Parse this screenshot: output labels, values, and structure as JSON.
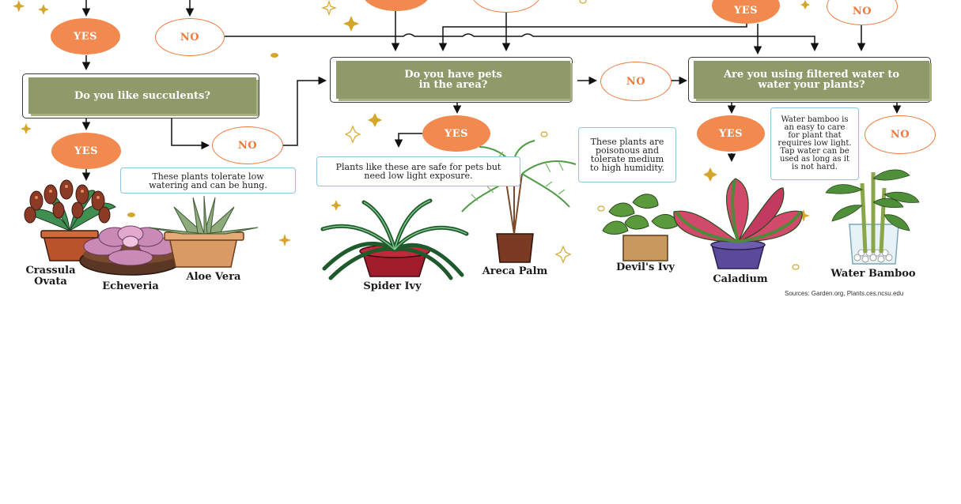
{
  "questions": {
    "succulents": "Do you like succulents?",
    "pets": "Do you have pets in the area?",
    "filtered_water": "Are you using filtered water to water your plants?"
  },
  "answers": {
    "yes": "YES",
    "no": "NO"
  },
  "notes": {
    "hanging": "These plants tolerate low watering and can be hung.",
    "pets_safe": "Plants like these are safe for pets but need low light exposure.",
    "poisonous": "These plants are poisonous and tolerate medium to high humidity.",
    "water_bamboo": "Water bamboo is an easy to care for plant that requires low light. Tap water can be used as long as it is not hard."
  },
  "plants": {
    "crassula": "Crassula Ovata",
    "echeveria": "Echeveria",
    "aloe": "Aloe Vera",
    "spider_ivy": "Spider Ivy",
    "areca_palm": "Areca Palm",
    "devils_ivy": "Devil's Ivy",
    "caladium": "Caladium",
    "water_bamboo": "Water Bamboo"
  },
  "sources": "Sources: Garden.org, Plants.ces.ncsu.edu",
  "colors": {
    "question_fill": "#8f9a6b",
    "yes_fill": "#f2894f",
    "no_stroke": "#ef7a3e",
    "bubble_border": "#8cc6df",
    "sparkle": "#d4a72c"
  }
}
